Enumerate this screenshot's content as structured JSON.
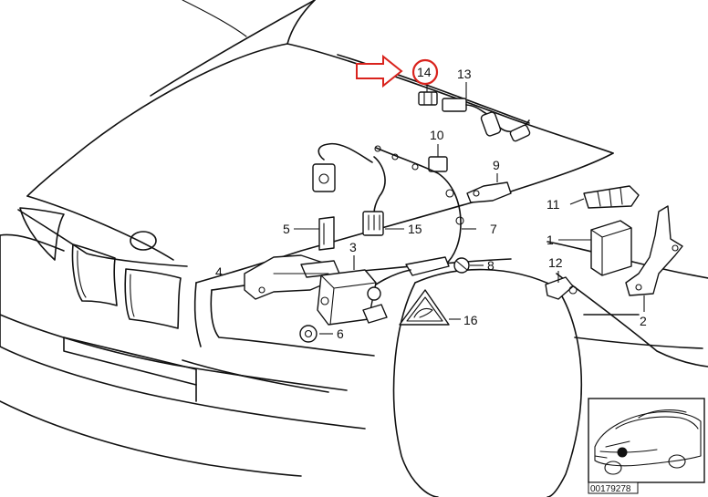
{
  "diagram": {
    "highlight_color": "#d9231d",
    "highlighted_part": "14",
    "parts": [
      {
        "number": "1"
      },
      {
        "number": "2"
      },
      {
        "number": "3"
      },
      {
        "number": "4"
      },
      {
        "number": "5"
      },
      {
        "number": "6"
      },
      {
        "number": "7"
      },
      {
        "number": "8"
      },
      {
        "number": "9"
      },
      {
        "number": "10"
      },
      {
        "number": "11"
      },
      {
        "number": "12"
      },
      {
        "number": "13"
      },
      {
        "number": "14"
      },
      {
        "number": "15"
      },
      {
        "number": "16"
      }
    ],
    "reference_code": "00179278",
    "arrow_icon": "outline-right-arrow"
  }
}
